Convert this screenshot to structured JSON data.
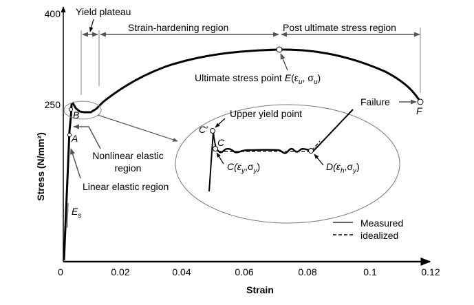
{
  "chart_data": {
    "type": "line",
    "title": "",
    "xlabel": "Strain",
    "ylabel": "Stress (N/mm²)",
    "xlim": [
      0,
      0.12
    ],
    "ylim": [
      0,
      400
    ],
    "x_ticks": [
      "0",
      "0.02",
      "0.04",
      "0.06",
      "0.08",
      "0.1",
      "0.12"
    ],
    "y_ticks": [
      "250",
      "400"
    ],
    "grid": false,
    "legend_position": "lower right",
    "legend": [
      {
        "label": "Measured",
        "style": "solid"
      },
      {
        "label": "idealized",
        "style": "dashed"
      }
    ],
    "series": [
      {
        "name": "Measured",
        "points": [
          [
            0,
            0
          ],
          [
            0.0025,
            190
          ],
          [
            0.003,
            210
          ],
          [
            0.0035,
            240
          ],
          [
            0.004,
            255
          ],
          [
            0.006,
            235
          ],
          [
            0.008,
            232
          ],
          [
            0.011,
            236
          ],
          [
            0.02,
            290
          ],
          [
            0.04,
            340
          ],
          [
            0.06,
            358
          ],
          [
            0.072,
            360
          ],
          [
            0.09,
            348
          ],
          [
            0.105,
            320
          ],
          [
            0.116,
            261
          ]
        ]
      }
    ],
    "points": [
      {
        "label": "A",
        "x": 0.003,
        "y": 210
      },
      {
        "label": "B",
        "x": 0.0035,
        "y": 245
      },
      {
        "label": "E",
        "x": 0.072,
        "y": 360,
        "note": "Ultimate stress point"
      },
      {
        "label": "F",
        "x": 0.116,
        "y": 261,
        "note": "Failure"
      }
    ],
    "annotations": [
      "Yield plateau",
      "Strain-hardening region",
      "Post ultimate stress region",
      "Ultimate stress point E(εu, σu)",
      "Failure",
      "Upper yield point",
      "C′",
      "C",
      "C(εy,σy)",
      "D(εh,σy)",
      "Nonlinear elastic region",
      "Linear elastic region",
      "Es",
      "A",
      "B",
      "F"
    ]
  },
  "labels": {
    "y_tick_400": "400",
    "y_tick_250": "250",
    "x_ticks": [
      "0",
      "0.02",
      "0.04",
      "0.06",
      "0.08",
      "0.1",
      "0.12"
    ],
    "xlabel": "Strain",
    "ylabel": "Stress (N/mm²)",
    "yield_plateau": "Yield plateau",
    "strain_hardening": "Strain-hardening region",
    "post_ultimate": "Post ultimate stress region",
    "ultimate_prefix": "Ultimate stress point ",
    "ultimate_E": "E",
    "ultimate_paren_open": "(ε",
    "ultimate_u1": "u",
    "ultimate_mid": ", σ",
    "ultimate_u2": "u",
    "ultimate_close": ")",
    "failure": "Failure",
    "point_F": "F",
    "point_A": "A",
    "point_B": "B",
    "nonlinear_1": "Nonlinear elastic",
    "nonlinear_2": "region",
    "linear": "Linear elastic region",
    "es_E": "E",
    "es_s": "s",
    "upper_yield": "Upper yield point",
    "c_prime": "C′",
    "c": "C",
    "c_label_C": "C(ε",
    "c_label_y1": "y",
    "c_label_mid": ",σ",
    "c_label_y2": "y",
    "c_label_close": ")",
    "d_label_D": "D(ε",
    "d_label_h": "h",
    "d_label_mid": ",σ",
    "d_label_y": "y",
    "d_label_close": ")",
    "legend_measured": "Measured",
    "legend_idealized": "idealized"
  }
}
